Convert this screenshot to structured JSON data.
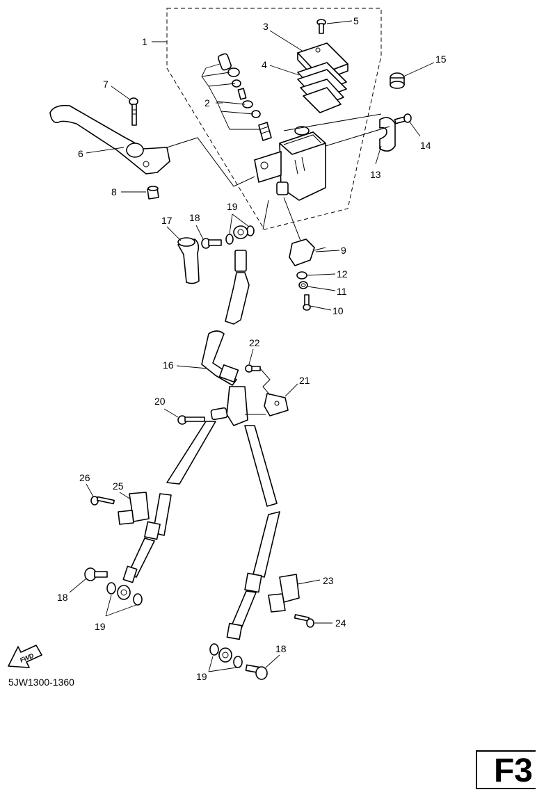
{
  "diagram_code": "5JW1300-1360",
  "page_tag": "F3",
  "fwd_label": "FWD",
  "callouts": {
    "c1": "1",
    "c2": "2",
    "c3": "3",
    "c4": "4",
    "c5": "5",
    "c6": "6",
    "c7": "7",
    "c8": "8",
    "c9": "9",
    "c10": "10",
    "c11": "11",
    "c12": "12",
    "c13": "13",
    "c14": "14",
    "c15": "15",
    "c16": "16",
    "c17": "17",
    "c18a": "18",
    "c18b": "18",
    "c18c": "18",
    "c19a": "19",
    "c19b": "19",
    "c19c": "19",
    "c20": "20",
    "c21": "21",
    "c22": "22",
    "c23": "23",
    "c24": "24",
    "c25": "25",
    "c26": "26"
  }
}
